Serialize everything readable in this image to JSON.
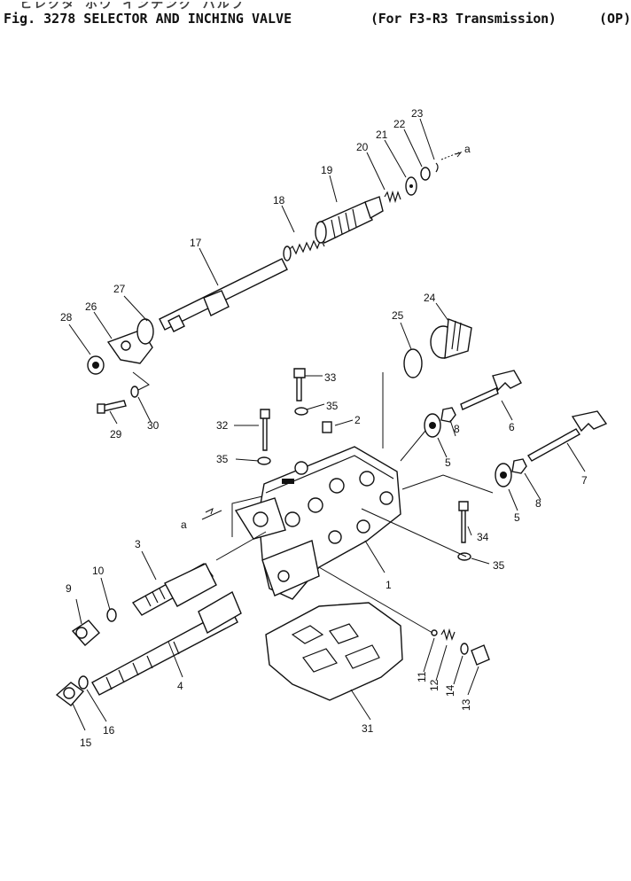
{
  "header": {
    "jp_line": "ヒレクタ ホウ インチング バルブ",
    "title": "Fig. 3278 SELECTOR AND INCHING VALVE",
    "subtitle": "(For F3-R3 Transmission)",
    "option": "(OP)"
  },
  "callouts": [
    "1",
    "2",
    "3",
    "4",
    "5",
    "5",
    "6",
    "7",
    "8",
    "8",
    "9",
    "10",
    "11",
    "12",
    "13",
    "14",
    "15",
    "16",
    "17",
    "18",
    "19",
    "20",
    "21",
    "22",
    "23",
    "24",
    "25",
    "26",
    "27",
    "28",
    "29",
    "30",
    "31",
    "32",
    "33",
    "34",
    "35",
    "35",
    "35",
    "a",
    "a"
  ]
}
